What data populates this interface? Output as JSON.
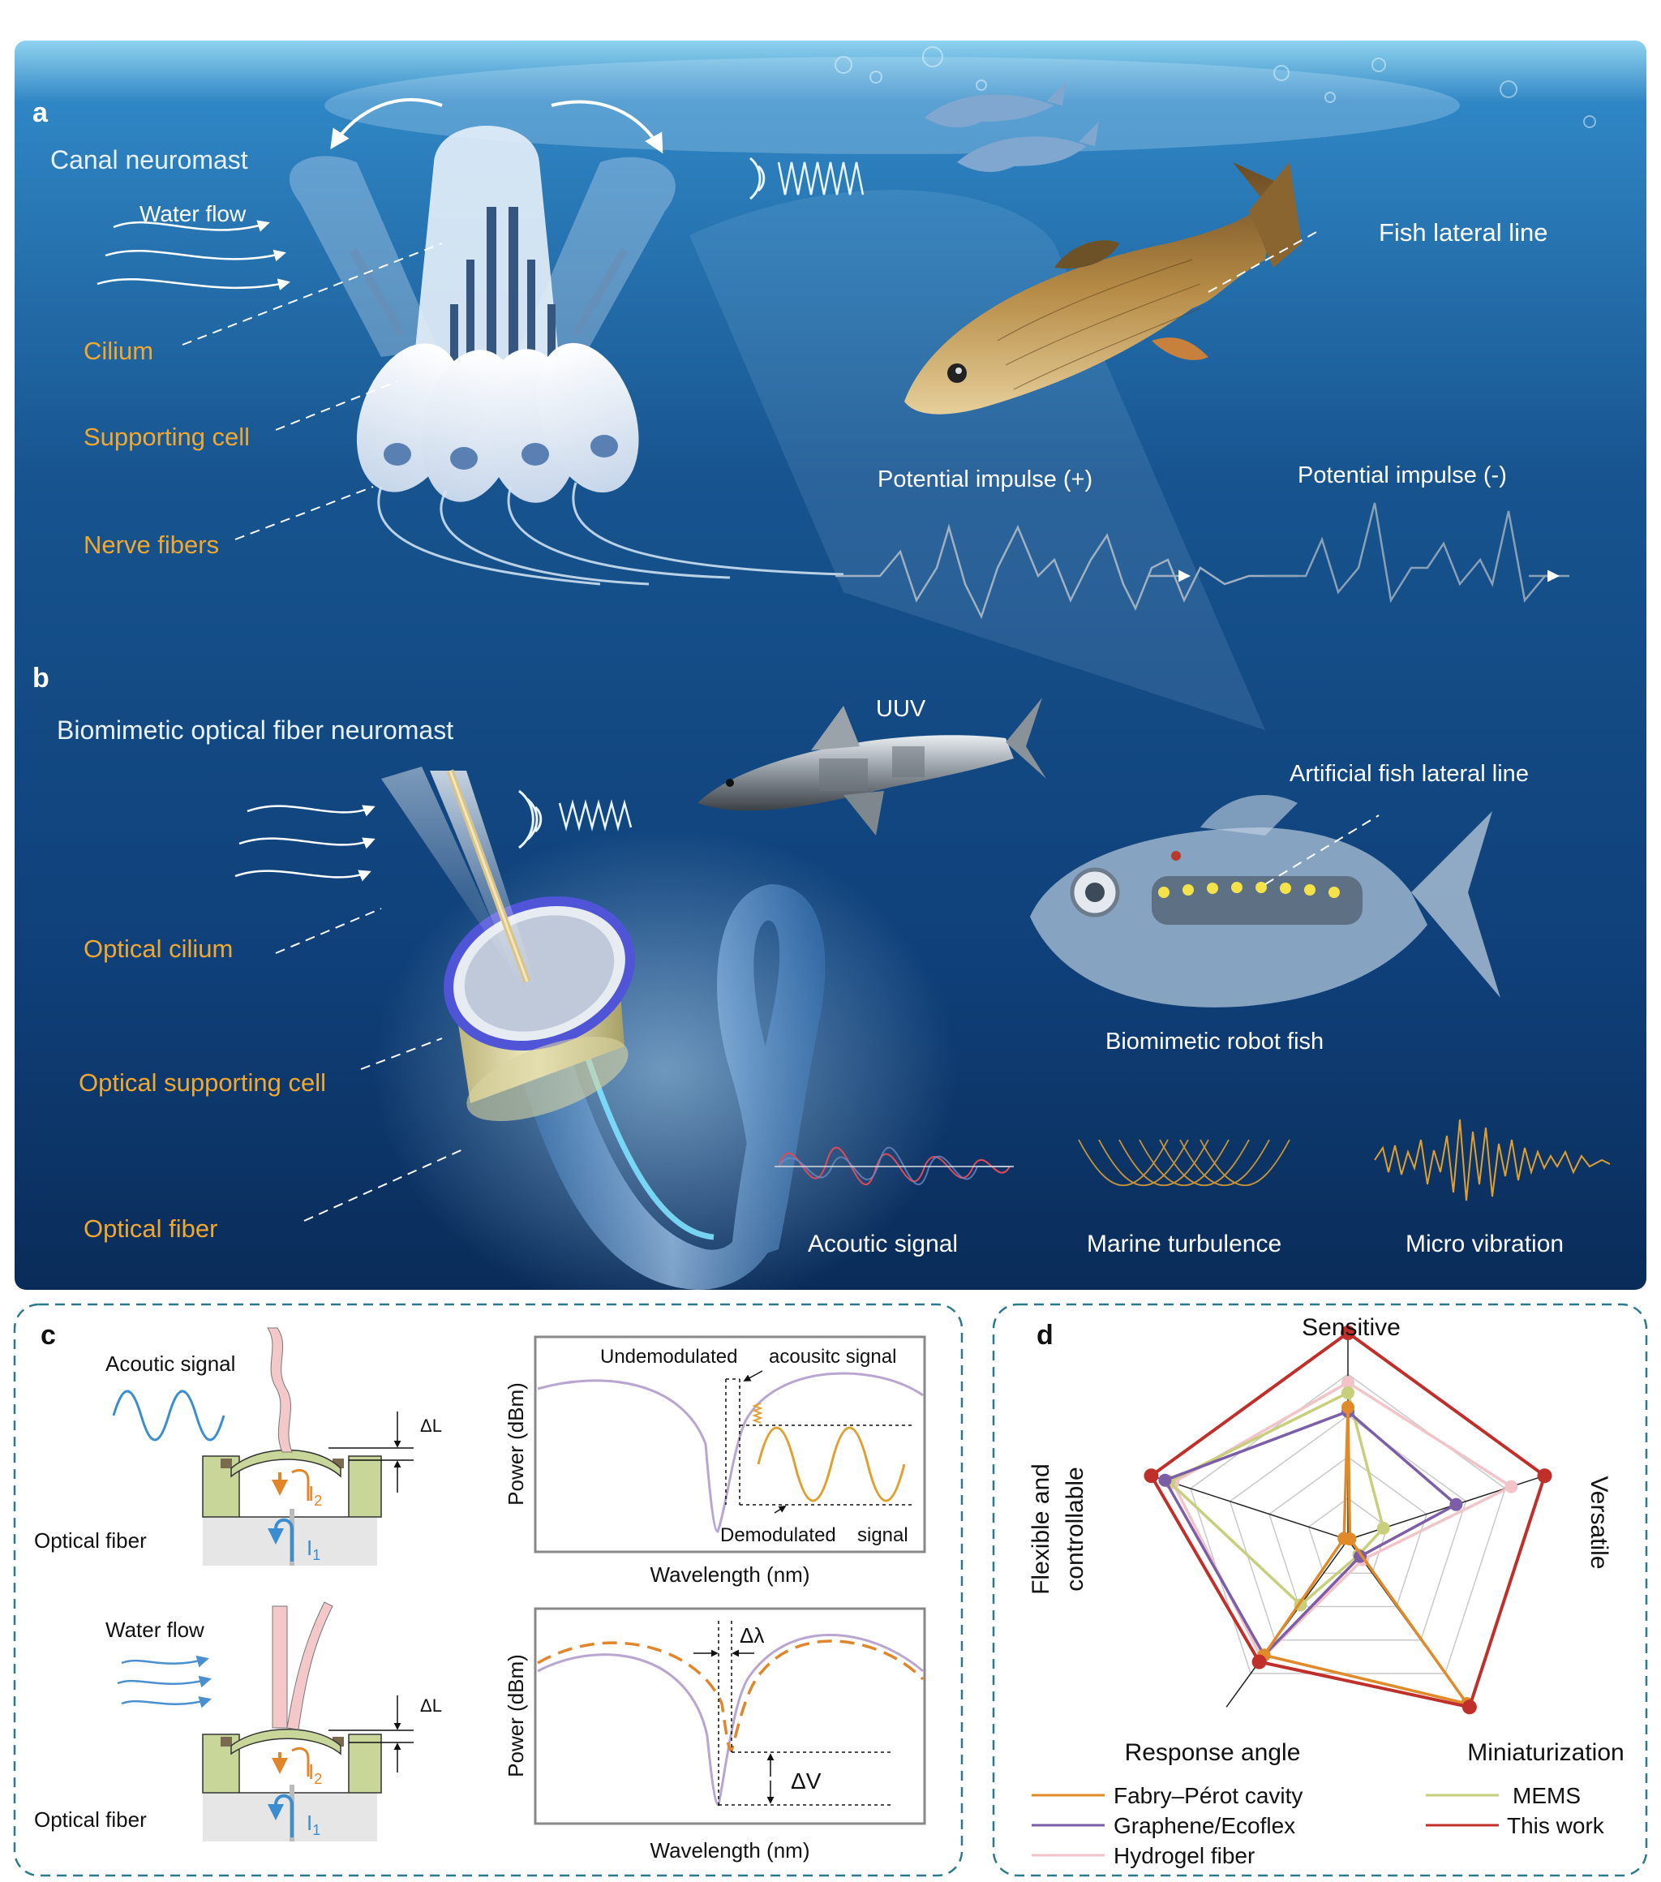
{
  "panel_a": {
    "letter": "a",
    "title": "Canal  neuromast",
    "water_flow": "Water flow",
    "cilium": "Cilium",
    "supporting_cell": "Supporting cell",
    "nerve_fibers": "Nerve fibers",
    "fish_lateral_line": "Fish lateral line",
    "impulse_pos": "Potential impulse (+)",
    "impulse_neg": "Potential impulse (-)"
  },
  "panel_b": {
    "letter": "b",
    "title": "Biomimetic optical fiber neuromast",
    "uuv": "UUV",
    "artificial_lateral_line": "Artificial fish lateral line",
    "optical_cilium": "Optical cilium",
    "optical_supporting_cell": "Optical supporting cell",
    "optical_fiber": "Optical fiber",
    "robot_fish": "Biomimetic robot fish",
    "acoustic": "Acoutic signal",
    "turbulence": "Marine turbulence",
    "vibration": "Micro vibration"
  },
  "panel_c": {
    "letter": "c",
    "acoustic_label": "Acoutic signal",
    "water_label": "Water flow",
    "fiber_label_1": "Optical fiber",
    "fiber_label_2": "Optical fiber",
    "delta_l": "ΔL",
    "i1": "I",
    "i1_sub": "1",
    "i2": "I",
    "i2_sub": "2",
    "plot1": {
      "ylabel": "Power (dBm)",
      "xlabel": "Wavelength (nm)",
      "ann_top_1": "Undemodulated",
      "ann_top_2": "acousitc signal",
      "ann_bot_1": "Demodulated",
      "ann_bot_2": "signal"
    },
    "plot2": {
      "ylabel": "Power (dBm)",
      "xlabel": "Wavelength (nm)",
      "dlambda": "Δλ",
      "dv": "ΔV"
    }
  },
  "panel_d": {
    "letter": "d",
    "axes": [
      "Sensitive",
      "Versatile",
      "Miniaturization",
      "Response angle"
    ],
    "axis_left_1": "Flexible and",
    "axis_left_2": "controllable",
    "legend": {
      "fp": "Fabry–Pérot cavity",
      "graphene": "Graphene/Ecoflex",
      "hydrogel": "Hydrogel fiber",
      "mems": "MEMS",
      "this": "This work"
    }
  },
  "colors": {
    "label_orange": "#f0a830",
    "ocean_dark": "#0d2f5c",
    "ocean_light": "#2d78b4",
    "fp": "#e08a2a",
    "graphene": "#7b5ea7",
    "hydrogel": "#f2c3c8",
    "mems": "#c8cf7c",
    "this_work": "#c0302b",
    "dash_border": "#2b7a8c"
  },
  "chart_data": {
    "type": "radar",
    "axes": [
      "Sensitive",
      "Versatile",
      "Miniaturization",
      "Response angle",
      "Flexible and controllable"
    ],
    "range": [
      0,
      1
    ],
    "series": [
      {
        "name": "Fabry–Pérot cavity",
        "values": [
          0.64,
          0.01,
          0.98,
          0.69,
          0.02
        ]
      },
      {
        "name": "Graphene/Ecoflex",
        "values": [
          0.62,
          0.55,
          0.1,
          0.69,
          0.93
        ]
      },
      {
        "name": "Hydrogel fiber",
        "values": [
          0.76,
          0.83,
          0.12,
          0.71,
          0.89
        ]
      },
      {
        "name": "MEMS",
        "values": [
          0.71,
          0.18,
          0.09,
          0.39,
          0.91
        ]
      },
      {
        "name": "This work",
        "values": [
          1.0,
          1.0,
          1.0,
          0.73,
          1.0
        ]
      }
    ]
  }
}
